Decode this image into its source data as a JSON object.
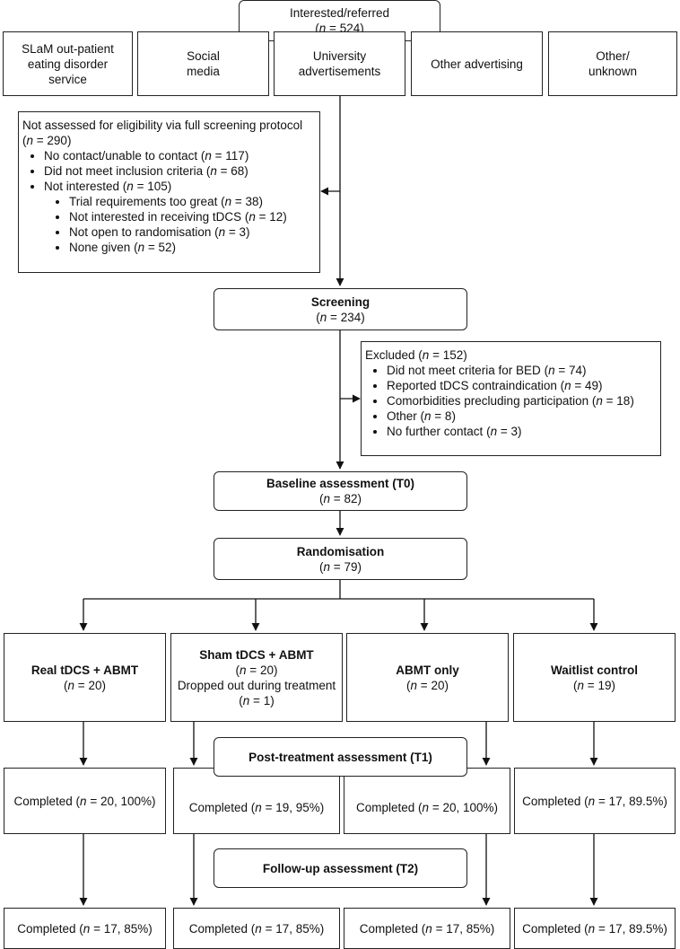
{
  "interested": {
    "title": "Interested/referred",
    "n": "524"
  },
  "sources": [
    {
      "label": "SLaM out-patient eating disorder service"
    },
    {
      "label": "Social media"
    },
    {
      "label": "University advertisements"
    },
    {
      "label": "Other advertising"
    },
    {
      "label": "Other/ unknown"
    }
  ],
  "not_assessed": {
    "title": "Not assessed for eligibility via full screening protocol",
    "n": "290",
    "items": [
      {
        "text": "No contact/unable to contact",
        "n": "117"
      },
      {
        "text": "Did not meet inclusion criteria",
        "n": "68"
      },
      {
        "text": "Not interested",
        "n": "105"
      }
    ],
    "subitems": [
      {
        "text": "Trial requirements too great",
        "n": "38"
      },
      {
        "text": "Not interested in receiving tDCS",
        "n": "12"
      },
      {
        "text": "Not open to randomisation",
        "n": "3"
      },
      {
        "text": "None given",
        "n": "52"
      }
    ]
  },
  "screening": {
    "title": "Screening",
    "n": "234"
  },
  "excluded": {
    "title": "Excluded",
    "n": "152",
    "items": [
      {
        "text": "Did not meet criteria for BED",
        "n": "74"
      },
      {
        "text": "Reported tDCS contraindication",
        "n": "49"
      },
      {
        "text": "Comorbidities precluding participation",
        "n": "18"
      },
      {
        "text": "Other",
        "n": "8"
      },
      {
        "text": "No further contact",
        "n": "3"
      }
    ]
  },
  "baseline": {
    "title": "Baseline assessment (T0)",
    "n": "82"
  },
  "randomisation": {
    "title": "Randomisation",
    "n": "79"
  },
  "arms": [
    {
      "title": "Real tDCS + ABMT",
      "n": "20",
      "note": "",
      "note_n": ""
    },
    {
      "title": "Sham tDCS + ABMT",
      "n": "20",
      "note": "Dropped out during treatment",
      "note_n": "1"
    },
    {
      "title": "ABMT only",
      "n": "20",
      "note": "",
      "note_n": ""
    },
    {
      "title": "Waitlist control",
      "n": "19",
      "note": "",
      "note_n": ""
    }
  ],
  "t1": {
    "title": "Post-treatment assessment (T1)"
  },
  "t1_completed": [
    {
      "label": "Completed",
      "value": "20, 100%"
    },
    {
      "label": "Completed",
      "value": "19, 95%"
    },
    {
      "label": "Completed",
      "value": "20, 100%"
    },
    {
      "label": "Completed",
      "value": "17, 89.5%"
    }
  ],
  "t2": {
    "title": "Follow-up assessment (T2)"
  },
  "t2_completed": [
    {
      "label": "Completed",
      "value": "17, 85%"
    },
    {
      "label": "Completed",
      "value": "17, 85%"
    },
    {
      "label": "Completed",
      "value": "17, 85%"
    },
    {
      "label": "Completed",
      "value": "17, 89.5%"
    }
  ],
  "n_symbol": "n",
  "eq": " = "
}
